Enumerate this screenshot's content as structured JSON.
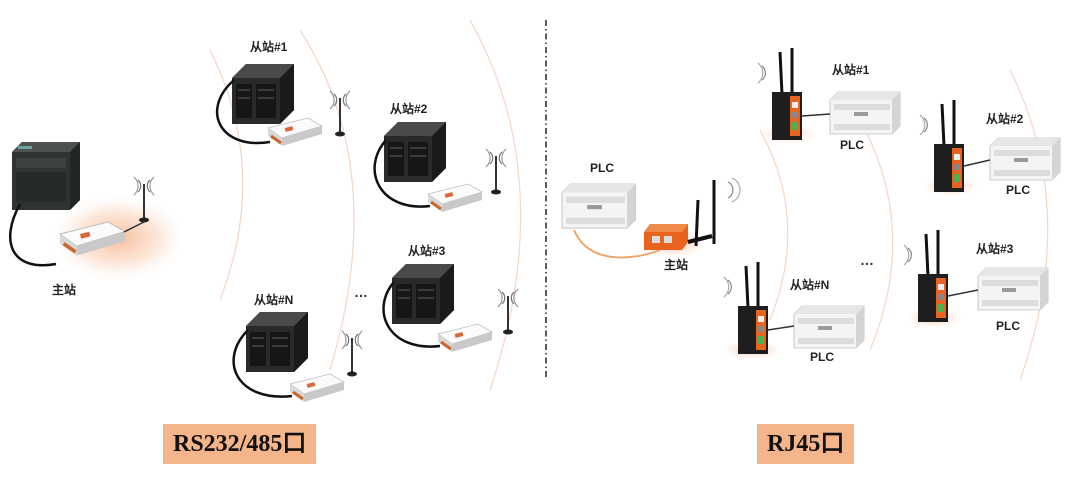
{
  "left": {
    "master_label": "主站",
    "slave_labels": {
      "s1": "从站#1",
      "s2": "从站#2",
      "s3": "从站#3",
      "sn": "从站#N"
    },
    "ellipsis": "…",
    "section_label": "RS232/485口"
  },
  "right": {
    "master_label": "主站",
    "master_plc_label": "PLC",
    "slave_labels": {
      "s1": "从站#1",
      "s2": "从站#2",
      "s3": "从站#3",
      "sn": "从站#N"
    },
    "plc_label": "PLC",
    "ellipsis": "…",
    "section_label": "RJ45口"
  },
  "colors": {
    "accent_orange": "#f5b58a",
    "gateway_orange": "#e8641e",
    "cable": "#111111",
    "ethernet_cable": "#f0a060",
    "divider": "#333333"
  }
}
